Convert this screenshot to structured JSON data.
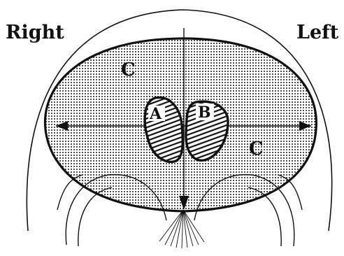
{
  "labels": {
    "right": "Right",
    "left": "Left",
    "region_c_upper": "C",
    "region_c_lower": "C",
    "region_a": "A",
    "region_b": "B"
  },
  "colors": {
    "ink": "#111111",
    "background": "#ffffff",
    "stipple": "#1a1a1a"
  }
}
